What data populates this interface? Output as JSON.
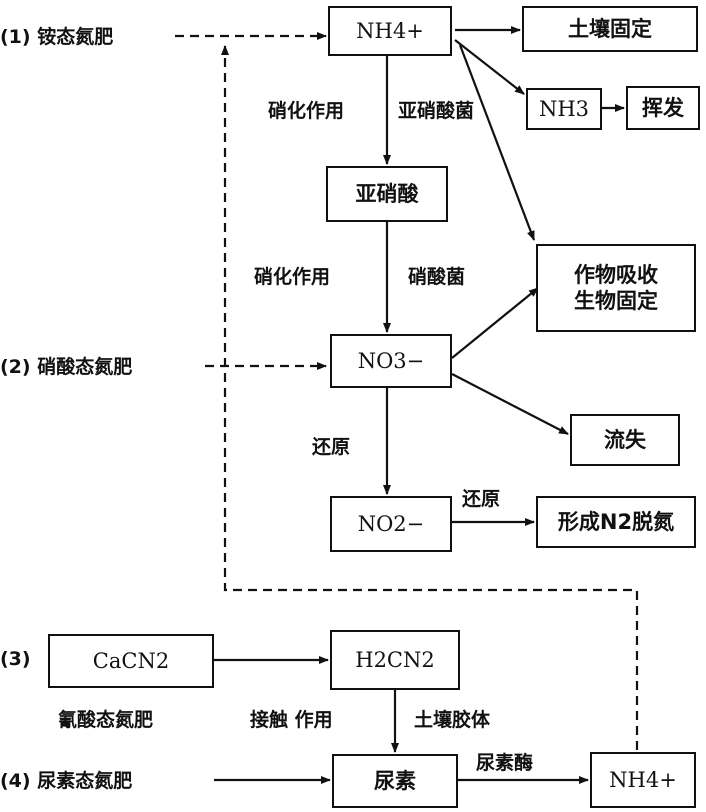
{
  "fertilizers": {
    "f1": "(1) 铵态氮肥",
    "f2": "(2) 硝酸态氮肥",
    "f3_num": "(3)",
    "f3_name": "氰酸态氮肥",
    "f4": "(4) 尿素态氮肥"
  },
  "nodes": {
    "nh4_top": "NH4+",
    "soil_fix": "土壤固定",
    "nh3": "NH3",
    "volatilize": "挥发",
    "nitrite_acid": "亚硝酸",
    "crop_line1": "作物吸收",
    "crop_line2": "生物固定",
    "no3": "NO3−",
    "loss": "流失",
    "no2": "NO2−",
    "denitrify": "形成N2脱氮",
    "cacn2": "CaCN2",
    "h2cn2": "H2CN2",
    "urea": "尿素",
    "nh4_bottom": "NH4+"
  },
  "labels": {
    "nitrification_1": "硝化作用",
    "nitrite_bacteria": "亚硝酸菌",
    "nitrification_2": "硝化作用",
    "nitrate_bacteria": "硝酸菌",
    "reduction_1": "还原",
    "reduction_2": "还原",
    "contact": "接触 作用",
    "soil_colloid": "土壤胶体",
    "urease": "尿素酶"
  }
}
